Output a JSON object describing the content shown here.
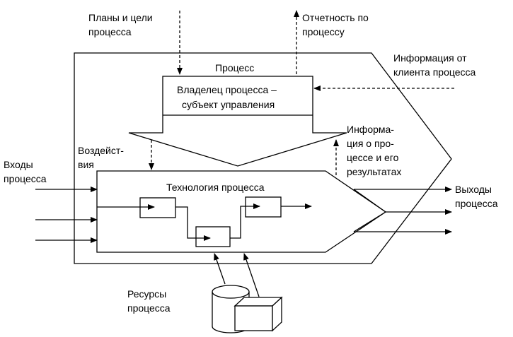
{
  "labels": {
    "plans_l1": "Планы и цели",
    "plans_l2": "процесса",
    "report_l1": "Отчетность по",
    "report_l2": "процессу",
    "client_l1": "Информация от",
    "client_l2": "клиента процесса",
    "process": "Процесс",
    "owner_l1": "Владелец процесса –",
    "owner_l2": "субъект управления",
    "info_l1": "Информа-",
    "info_l2": "ция о про-",
    "info_l3": "цессе и его",
    "info_l4": "результатах",
    "impact_l1": "Воздейст-",
    "impact_l2": "вия",
    "inputs_l1": "Входы",
    "inputs_l2": "процесса",
    "technology": "Технология процесса",
    "outputs_l1": "Выходы",
    "outputs_l2": "процесса",
    "resources_l1": "Ресурсы",
    "resources_l2": "процесса"
  }
}
